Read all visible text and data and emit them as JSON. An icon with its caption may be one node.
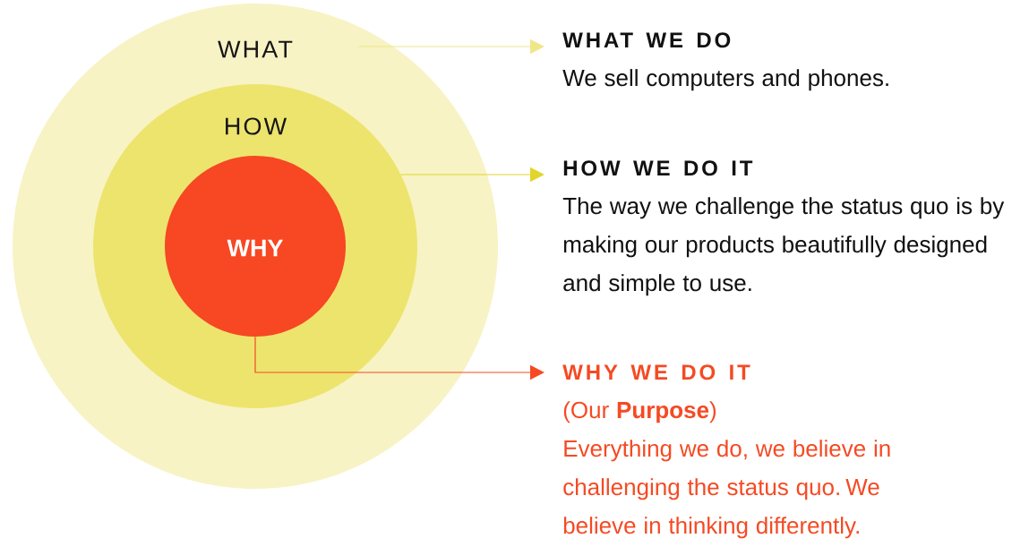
{
  "diagram": {
    "nodes": [
      {
        "text": [
          "WHAT"
        ]
      },
      {
        "text": [
          "HOW"
        ],
        "in": 0
      },
      {
        "text": [
          "WHY"
        ],
        "in": 1
      },
      {
        "text": [
          "WHAT WE DO",
          "We sell computers and phones."
        ]
      },
      {
        "text": [
          "HOW WE DO IT",
          "The way we challenge the status quo is by making our products beautifully designed and simple to use."
        ]
      },
      {
        "text": [
          "WHY WE DO IT",
          "(Our **Purpose**)",
          "Everything we do, we believe in challenging the status quo. We believe in thinking differently."
        ]
      }
    ],
    "edges": [
      {
        "from": 0,
        "to": 3,
        "arrow": "to",
        "color": "#efe68a"
      },
      {
        "from": 1,
        "to": 4,
        "arrow": "to",
        "color": "#e2d52c"
      },
      {
        "from": 2,
        "to": 5,
        "arrow": "to",
        "color": "#f54a23"
      }
    ]
  }
}
